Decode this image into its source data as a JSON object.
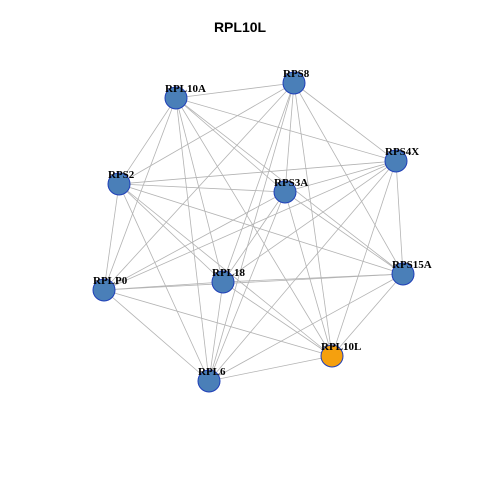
{
  "title": "RPL10L",
  "colors": {
    "node_default": "#4a7fb8",
    "node_highlight": "#f5a00e",
    "node_border": "#1f3fb8",
    "edge": "#b3b3b3"
  },
  "nodes": [
    {
      "id": "RPL10A",
      "label": "RPL10A",
      "highlight": false
    },
    {
      "id": "RPS8",
      "label": "RPS8",
      "highlight": false
    },
    {
      "id": "RPS4X",
      "label": "RPS4X",
      "highlight": false
    },
    {
      "id": "RPS2",
      "label": "RPS2",
      "highlight": false
    },
    {
      "id": "RPS3A",
      "label": "RPS3A",
      "highlight": false
    },
    {
      "id": "RPS15A",
      "label": "RPS15A",
      "highlight": false
    },
    {
      "id": "RPLP0",
      "label": "RPLP0",
      "highlight": false
    },
    {
      "id": "RPL18",
      "label": "RPL18",
      "highlight": false
    },
    {
      "id": "RPL10L",
      "label": "RPL10L",
      "highlight": true
    },
    {
      "id": "RPL6",
      "label": "RPL6",
      "highlight": false
    }
  ],
  "edges": [
    [
      "RPL10A",
      "RPS8"
    ],
    [
      "RPL10A",
      "RPS4X"
    ],
    [
      "RPL10A",
      "RPS2"
    ],
    [
      "RPL10A",
      "RPS3A"
    ],
    [
      "RPL10A",
      "RPS15A"
    ],
    [
      "RPL10A",
      "RPLP0"
    ],
    [
      "RPL10A",
      "RPL18"
    ],
    [
      "RPL10A",
      "RPL10L"
    ],
    [
      "RPL10A",
      "RPL6"
    ],
    [
      "RPS8",
      "RPS4X"
    ],
    [
      "RPS8",
      "RPS2"
    ],
    [
      "RPS8",
      "RPS3A"
    ],
    [
      "RPS8",
      "RPS15A"
    ],
    [
      "RPS8",
      "RPLP0"
    ],
    [
      "RPS8",
      "RPL18"
    ],
    [
      "RPS8",
      "RPL10L"
    ],
    [
      "RPS8",
      "RPL6"
    ],
    [
      "RPS4X",
      "RPS2"
    ],
    [
      "RPS4X",
      "RPS3A"
    ],
    [
      "RPS4X",
      "RPS15A"
    ],
    [
      "RPS4X",
      "RPLP0"
    ],
    [
      "RPS4X",
      "RPL18"
    ],
    [
      "RPS4X",
      "RPL10L"
    ],
    [
      "RPS4X",
      "RPL6"
    ],
    [
      "RPS2",
      "RPS3A"
    ],
    [
      "RPS2",
      "RPS15A"
    ],
    [
      "RPS2",
      "RPLP0"
    ],
    [
      "RPS2",
      "RPL18"
    ],
    [
      "RPS2",
      "RPL10L"
    ],
    [
      "RPS2",
      "RPL6"
    ],
    [
      "RPS3A",
      "RPS15A"
    ],
    [
      "RPS3A",
      "RPLP0"
    ],
    [
      "RPS3A",
      "RPL18"
    ],
    [
      "RPS3A",
      "RPL10L"
    ],
    [
      "RPS3A",
      "RPL6"
    ],
    [
      "RPS15A",
      "RPLP0"
    ],
    [
      "RPS15A",
      "RPL18"
    ],
    [
      "RPS15A",
      "RPL10L"
    ],
    [
      "RPS15A",
      "RPL6"
    ],
    [
      "RPLP0",
      "RPL18"
    ],
    [
      "RPLP0",
      "RPL10L"
    ],
    [
      "RPLP0",
      "RPL6"
    ],
    [
      "RPL18",
      "RPL10L"
    ],
    [
      "RPL18",
      "RPL6"
    ],
    [
      "RPL10L",
      "RPL6"
    ]
  ]
}
